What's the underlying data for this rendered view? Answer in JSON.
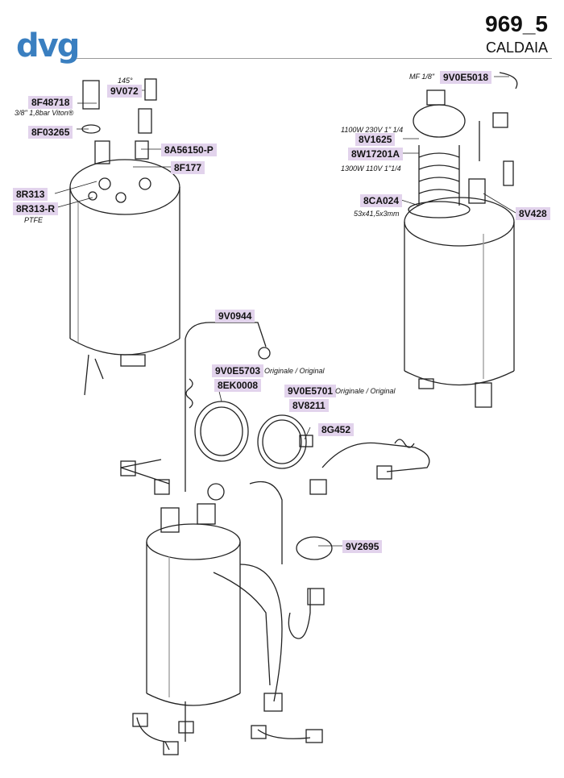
{
  "brand": {
    "logo_text": "dvg",
    "color": "#3a7fc0"
  },
  "header": {
    "code": "969_5",
    "subtitle": "CALDAIA"
  },
  "label_color": "#e2d3ec",
  "parts": [
    {
      "code": "8F48718"
    },
    {
      "code": "9V072"
    },
    {
      "code": "8F03265"
    },
    {
      "code": "8A56150-P"
    },
    {
      "code": "8F177"
    },
    {
      "code": "8R313"
    },
    {
      "code": "8R313-R"
    },
    {
      "code": "9V0E5018"
    },
    {
      "code": "8V1625"
    },
    {
      "code": "8W17201A"
    },
    {
      "code": "8CA024"
    },
    {
      "code": "8V428"
    },
    {
      "code": "9V0944"
    },
    {
      "code": "9V0E5703"
    },
    {
      "code": "8EK0008"
    },
    {
      "code": "9V0E5701"
    },
    {
      "code": "8V8211"
    },
    {
      "code": "8G452"
    },
    {
      "code": "9V2695"
    }
  ],
  "notes": {
    "angle": "145°",
    "valve_spec": "3/8\" 1,8bar Viton®",
    "ptfe": "PTFE",
    "mf": "MF 1/8\"",
    "heater_230": "1100W 230V 1\" 1/4",
    "heater_110": "1300W 110V 1\"1/4",
    "gasket_size": "53x41,5x3mm",
    "original_1": "Originale / Original",
    "original_2": "Originale / Original"
  }
}
